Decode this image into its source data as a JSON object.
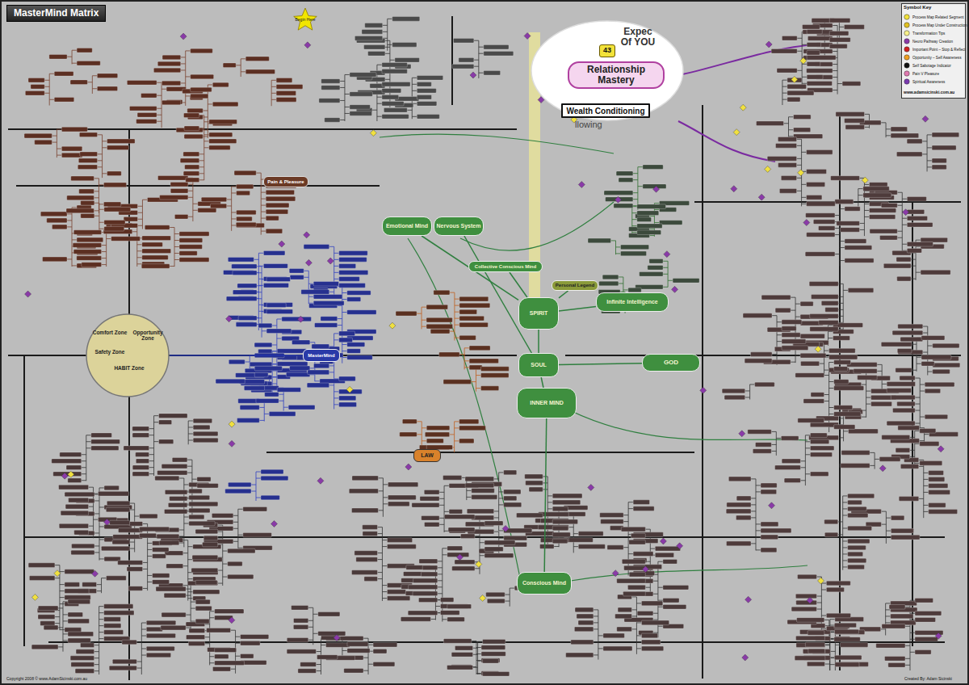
{
  "diagram": {
    "title": "MasterMind Matrix",
    "nodes": [
      {
        "text": [
          "Begin Here"
        ]
      },
      {
        "text": [
          "Expec Of YOU"
        ]
      },
      {
        "text": [
          "43"
        ],
        "in": 1
      },
      {
        "text": [
          "Relationship Mastery"
        ],
        "in": 1
      },
      {
        "text": [
          "Wealth Conditioning"
        ],
        "in": 1
      },
      {
        "text": [
          "Pain & Pleasure"
        ]
      },
      {
        "text": [
          "Emotional Mind"
        ]
      },
      {
        "text": [
          "Nervous System"
        ]
      },
      {
        "text": [
          "Collective Conscious Mind"
        ]
      },
      {
        "text": [
          "Personal Legend"
        ]
      },
      {
        "text": [
          "Infinite Intelligence"
        ]
      },
      {
        "text": [
          "SPIRIT"
        ]
      },
      {
        "text": [
          "MasterMind"
        ]
      },
      {
        "text": [
          "Comfort Zone",
          "Opportunity Zone",
          "Safety Zone",
          "HABIT Zone"
        ]
      },
      {
        "text": [
          "SOUL"
        ]
      },
      {
        "text": [
          "GOD"
        ]
      },
      {
        "text": [
          "INNER MIND"
        ]
      },
      {
        "text": [
          "LAW"
        ]
      },
      {
        "text": [
          "Conscious Mind"
        ]
      }
    ],
    "edges": [
      {
        "from": 6,
        "to": 11,
        "arrow": "none"
      },
      {
        "from": 7,
        "to": 14,
        "arrow": "none"
      },
      {
        "from": 8,
        "to": 11,
        "arrow": "none"
      },
      {
        "from": 9,
        "to": 11,
        "arrow": "none"
      },
      {
        "from": 10,
        "to": 11,
        "arrow": "none"
      },
      {
        "from": 11,
        "to": 14,
        "arrow": "none"
      },
      {
        "from": 14,
        "to": 15,
        "arrow": "none"
      },
      {
        "from": 14,
        "to": 16,
        "arrow": "none"
      },
      {
        "from": 16,
        "to": 18,
        "arrow": "none"
      },
      {
        "from": 13,
        "to": 12,
        "arrow": "none"
      }
    ],
    "labels": [
      "llowing",
      "Symbol Key",
      "www.adamsicinski.com.au",
      "Copyright 2008 © www.AdamSicinski.com.au",
      "Created By: Adam Sicinski"
    ],
    "legend": [
      {
        "text": "Process Map Related Segment"
      },
      {
        "text": "Process Map Under Construction"
      },
      {
        "text": "Transformation Tips"
      },
      {
        "text": "Neuro Pathway Creation"
      },
      {
        "text": "Important Point – Stop & Reflect"
      },
      {
        "text": "Opportunity – Self Awareness"
      },
      {
        "text": "Self Sabotage Indicator"
      },
      {
        "text": "Pain V Pleasure"
      },
      {
        "text": "Spiritual Awareness"
      }
    ]
  }
}
